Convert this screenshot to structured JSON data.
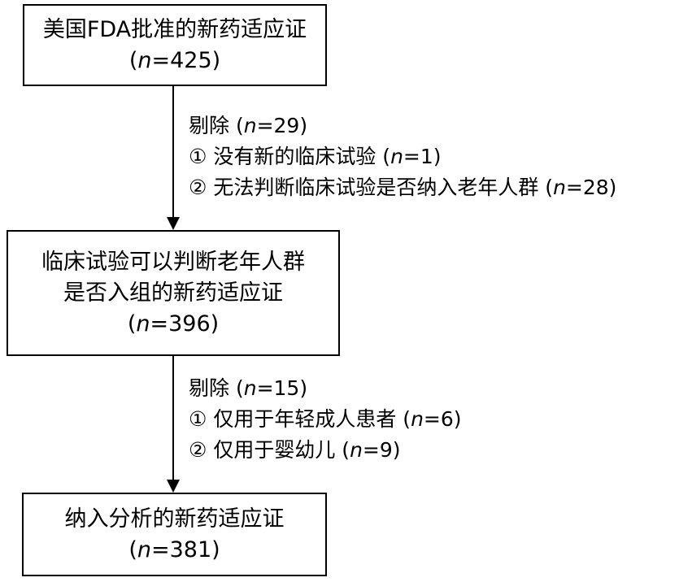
{
  "box1": {
    "line1": "美国FDA批准的新药适应证",
    "line2": "(n=425)"
  },
  "exclusion1": {
    "title": "剔除 (n=29)",
    "items": [
      "① 没有新的临床试验 (n=1)",
      "② 无法判断临床试验是否纳入老年人群 (n=28)"
    ]
  },
  "box2": {
    "line1": "临床试验可以判断老年人群",
    "line2": "是否入组的新药适应证",
    "line3": "(n=396)"
  },
  "exclusion2": {
    "title": "剔除 (n=15)",
    "items": [
      "① 仅用于年轻成人患者 (n=6)",
      "② 仅用于婴幼儿 (n=9)"
    ]
  },
  "box3": {
    "line1": "纳入分析的新药适应证",
    "line2": "(n=381)"
  }
}
